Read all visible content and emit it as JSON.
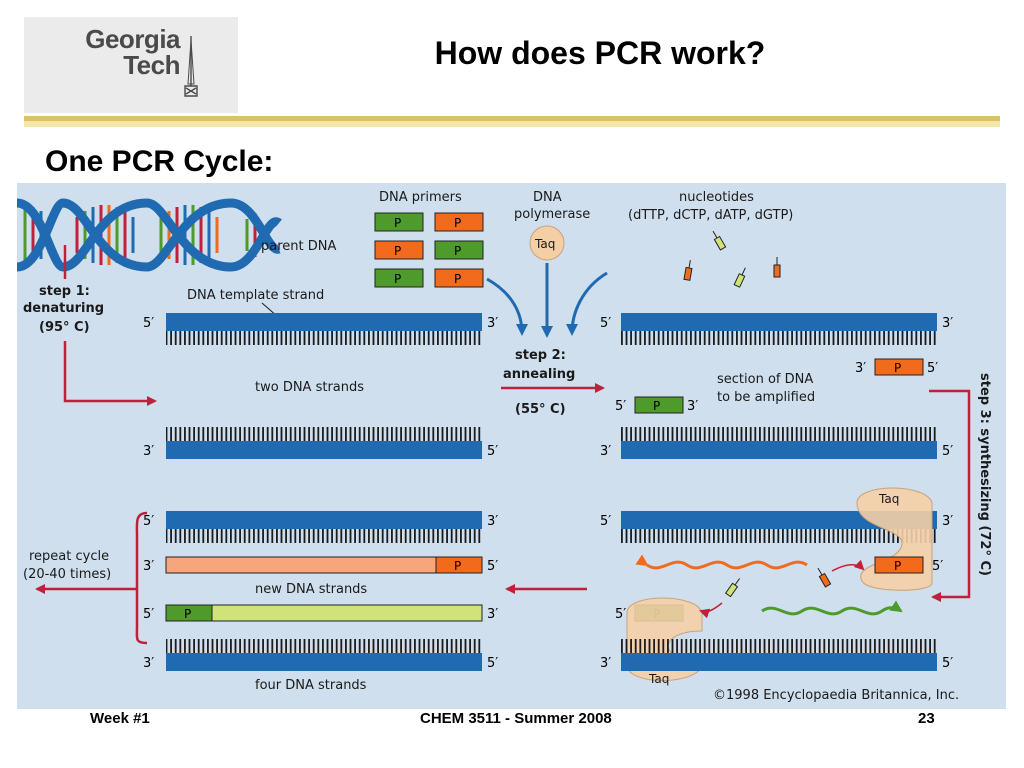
{
  "header": {
    "logo_line1": "Georgia",
    "logo_line2": "Tech",
    "title": "How does PCR work?",
    "subtitle": "One PCR Cycle:"
  },
  "diagram": {
    "labels": {
      "parent_dna": "parent DNA",
      "dna_primers": "DNA primers",
      "dna_polymerase_1": "DNA",
      "dna_polymerase_2": "polymerase",
      "taq": "Taq",
      "nucleotides_1": "nucleotides",
      "nucleotides_2": "(dTTP, dCTP, dATP, dGTP)",
      "step1_a": "step 1:",
      "step1_b": "denaturing",
      "step1_c": "(95° C)",
      "template_strand": "DNA template strand",
      "two_strands": "two DNA strands",
      "step2_a": "step 2:",
      "step2_b": "annealing",
      "step2_c": "(55° C)",
      "section_1": "section of DNA",
      "section_2": "to be amplified",
      "step3": "step 3: synthesizing (72° C)",
      "repeat_1": "repeat cycle",
      "repeat_2": "(20-40 times)",
      "new_strands": "new DNA strands",
      "four_strands": "four DNA strands",
      "copyright": "©1998 Encyclopaedia Britannica, Inc.",
      "five_prime": "5′",
      "three_prime": "3′",
      "primer_p": "P"
    },
    "colors": {
      "background": "#cfdfee",
      "strand": "#1f6ab0",
      "primer_green": "#4e9a2a",
      "primer_orange": "#f26b1d",
      "new_orange": "#f7a57a",
      "new_green": "#cfe37a",
      "taq": "#f4cfa6",
      "arrow_red": "#c0203a"
    }
  },
  "footer": {
    "left": "Week #1",
    "center": "CHEM 3511 - Summer 2008",
    "right": "23"
  }
}
